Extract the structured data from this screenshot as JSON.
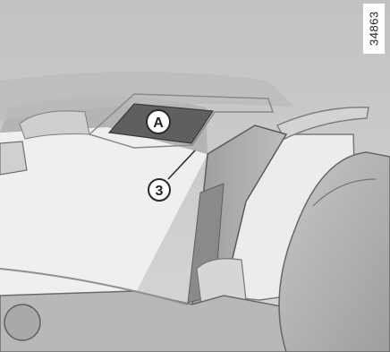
{
  "figure": {
    "reference_code": "34863",
    "callouts": [
      {
        "id": "a",
        "label": "A"
      },
      {
        "id": "3",
        "label": "3"
      }
    ]
  },
  "colors": {
    "headliner": "#c9c9c9",
    "headliner_shadow": "#a9a9a9",
    "panel": "#8f8f8f",
    "panel_dark": "#6f6f6f",
    "windscreen": "#eeeeee",
    "window": "#f2f2f2",
    "mirror": "#d9d9d9",
    "callout_fill": "#2c2c2c",
    "callout_text": "#ffffff",
    "outline": "#4a4a4a"
  }
}
